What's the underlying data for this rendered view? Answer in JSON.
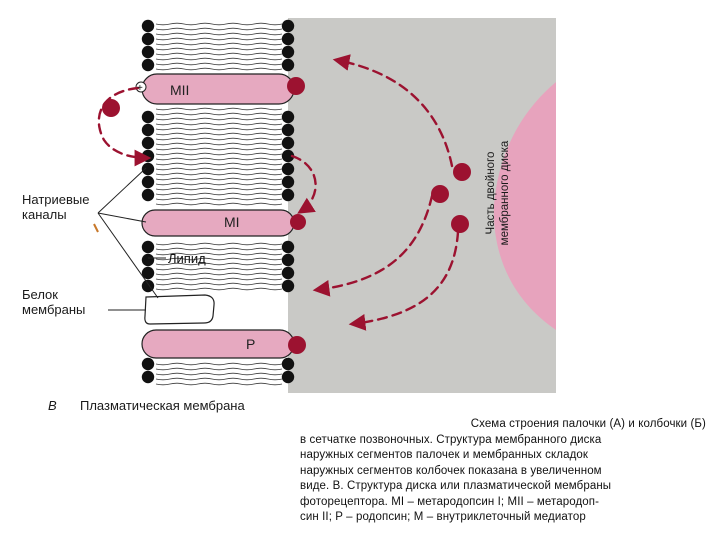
{
  "labels": {
    "sodium_channels": [
      "Натриевые",
      "каналы"
    ],
    "membrane_protein": [
      "Белок",
      "мембраны"
    ],
    "lipid": "Липид",
    "disk_part": [
      "Часть двойного",
      "мембранного диска"
    ],
    "mii": "MII",
    "mi": "MI",
    "p": "P",
    "plus": "+",
    "panel_letter": "В",
    "plasma_membrane": "Плазматическая мембрана"
  },
  "caption": {
    "line1": "Схема строения палочки (А) и колбочки (Б)",
    "line2": "в сетчатке позвоночных. Структура мембранного диска",
    "line3": "наружных сегментов палочек и мембранных складок",
    "line4": "наружных сегментов колбочек показана в увеличенном",
    "line5": "виде. В. Структура диска или плазматической мембраны",
    "line6": "фоторецептора. MI – метародопсин I; MII – метародоп-",
    "line7": "син II; P – родопсин; M – внутриклеточный медиатор"
  },
  "colors": {
    "cytoplasm": "#c9c9c6",
    "disk": "#e7a3bd",
    "protein_fill": "#e6a9c0",
    "mediator": "#9c1230",
    "arrow": "#9c1230",
    "lipid_head": "#111111"
  }
}
